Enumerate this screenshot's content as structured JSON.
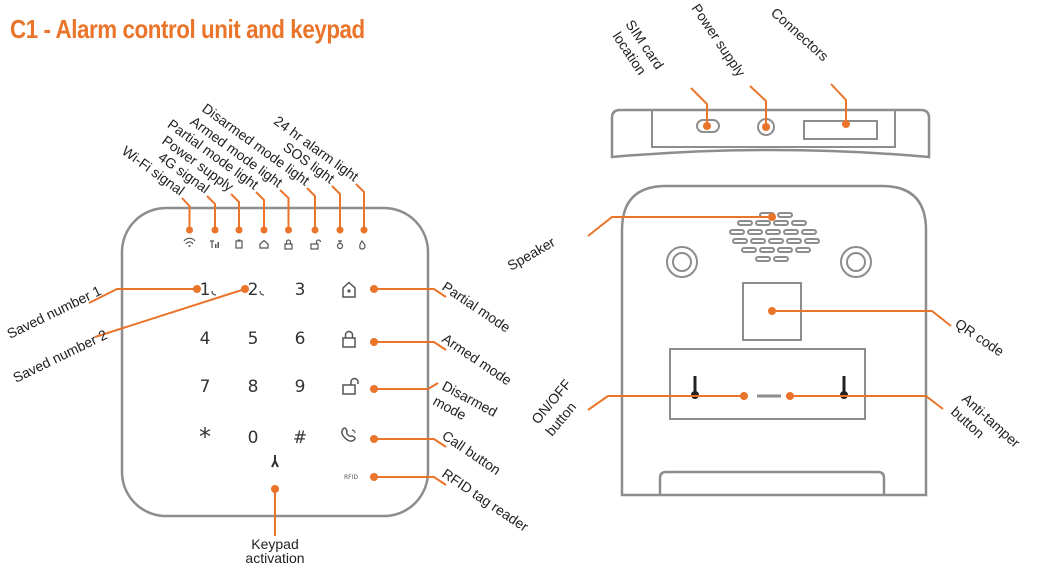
{
  "title": "C1 - Alarm control unit and keypad",
  "keypad": {
    "keys": [
      "1",
      "2",
      "3",
      "4",
      "5",
      "6",
      "7",
      "8",
      "9",
      "*",
      "0",
      "#"
    ]
  },
  "labels": {
    "wifi_signal": "Wi-Fi signal",
    "signal_4g": "4G signal",
    "power_supply_led": "Power supply",
    "partial_mode_light": "Partial mode light",
    "armed_mode_light": "Armed mode light",
    "disarmed_mode_light": "Disarmed mode light",
    "sos_light": "SOS light",
    "alarm_24hr_light": "24 hr alarm light",
    "saved_number_1": "Saved number 1",
    "saved_number_2": "Saved number 2",
    "partial_mode": "Partial mode",
    "armed_mode": "Armed mode",
    "disarmed_mode_line1": "Disarmed",
    "disarmed_mode_line2": "mode",
    "call_button": "Call button",
    "rfid_tag_reader": "RFID tag reader",
    "keypad_activation_line1": "Keypad",
    "keypad_activation_line2": "activation",
    "sim_card_line1": "SIM card",
    "sim_card_line2": "location",
    "power_supply_top": "Power supply",
    "connectors": "Connectors",
    "speaker": "Speaker",
    "qr_code": "QR code",
    "onoff_line1": "ON/OFF",
    "onoff_line2": "button",
    "antitamper_line1": "Anti-tamper",
    "antitamper_line2": "button"
  },
  "colors": {
    "accent": "#e9742a",
    "outline": "#8d8d8d",
    "text": "#222222"
  }
}
